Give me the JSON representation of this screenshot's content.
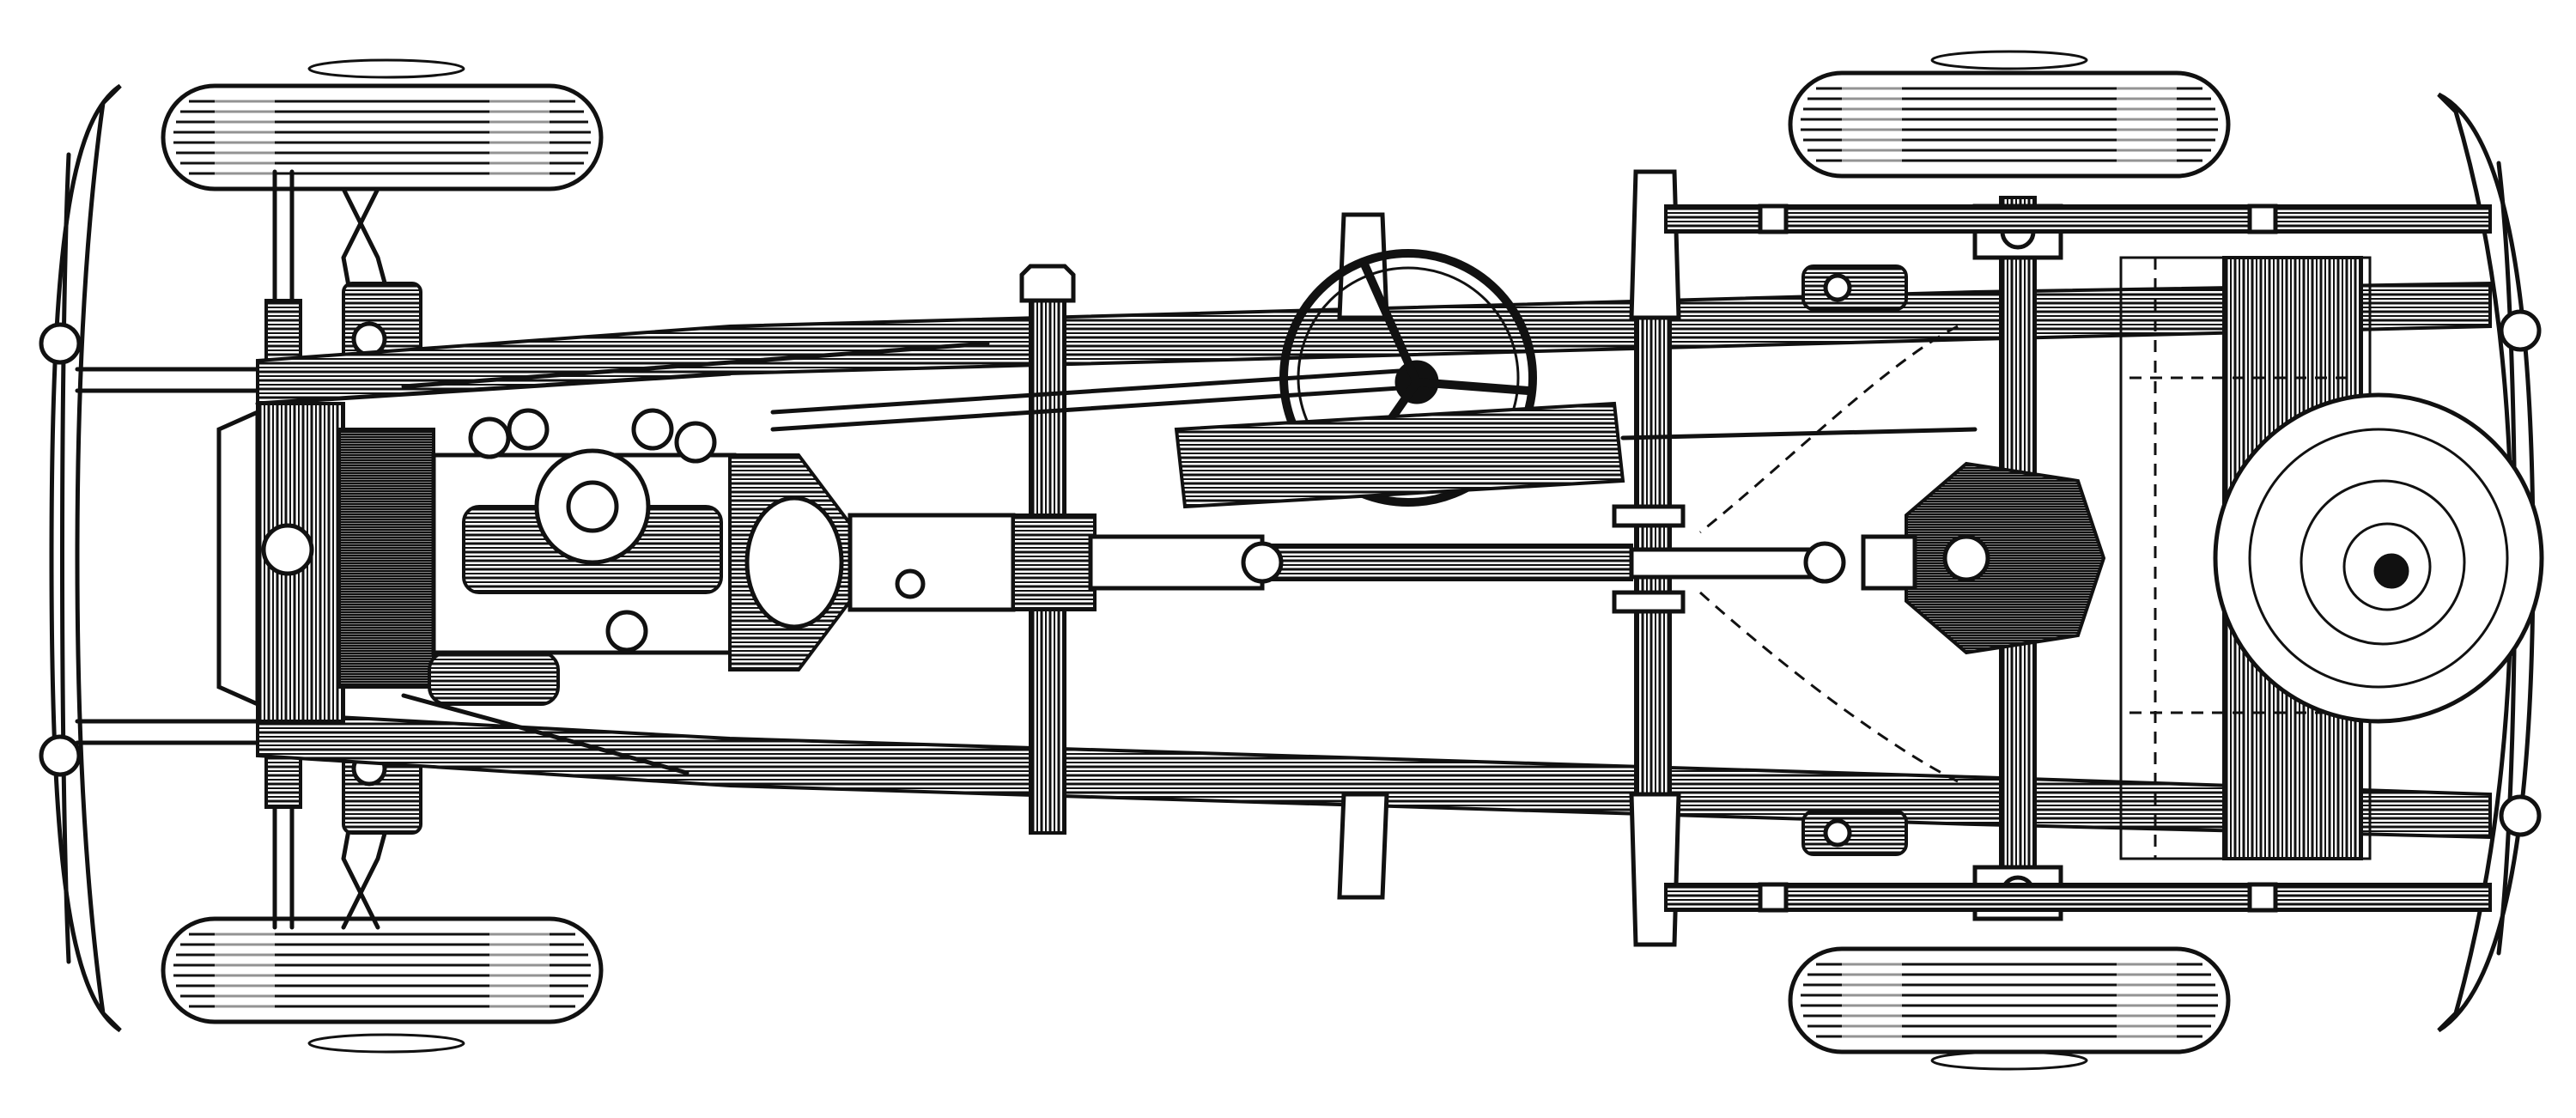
{
  "figure": {
    "kind": "line-drawing",
    "subject": "automobile-chassis-top-view",
    "colors": {
      "ink": "#111111",
      "paper": "#ffffff"
    },
    "components": [
      "front-bumper",
      "rear-bumper",
      "front-left-wheel",
      "front-right-wheel",
      "rear-left-wheel",
      "rear-right-wheel",
      "left-frame-rail",
      "right-frame-rail",
      "radiator",
      "engine",
      "gearbox",
      "steering-wheel",
      "muffler",
      "propeller-shaft",
      "rear-axle",
      "differential",
      "spare-wheel",
      "leaf-springs",
      "cross-members",
      "fuel-tank"
    ]
  }
}
